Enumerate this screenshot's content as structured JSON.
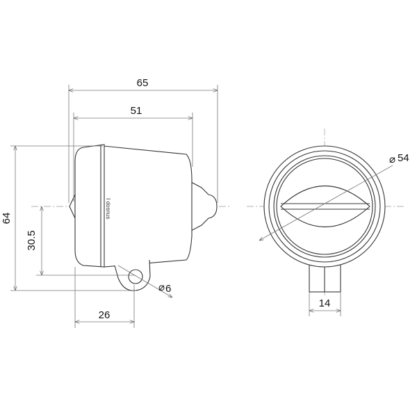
{
  "dimensions": {
    "overall_length": "65",
    "body_length": "51",
    "overall_height": "64",
    "center_height": "30.5",
    "mount_offset": "26",
    "hole_diameter": "6",
    "lens_diameter": "54",
    "bracket_width": "14",
    "diameter_symbol": "⌀"
  },
  "logo": {
    "text": "Ⅰ dosnus"
  },
  "colors": {
    "line": "#333333",
    "dimension": "#777777",
    "background": "#ffffff"
  }
}
